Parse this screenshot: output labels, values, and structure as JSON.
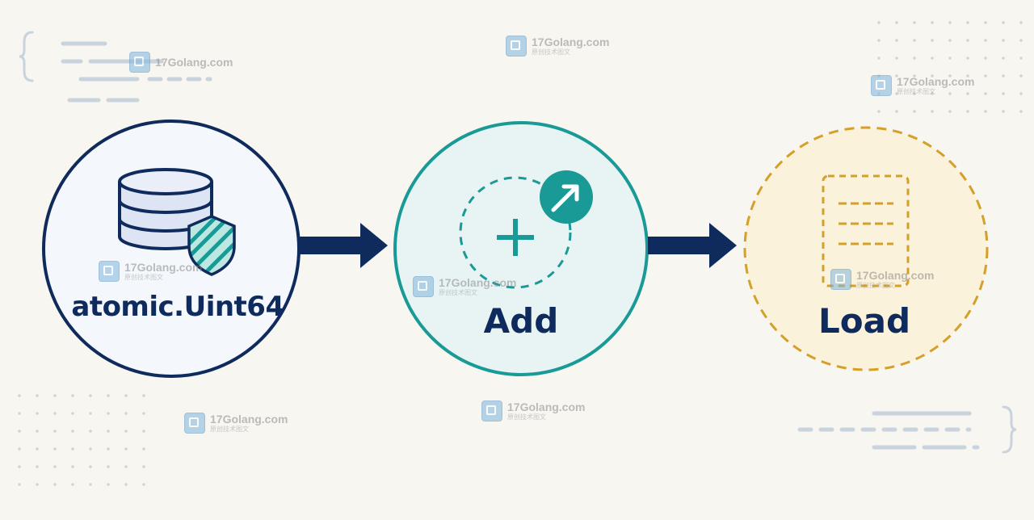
{
  "steps": [
    {
      "label": "atomic.Uint64",
      "icon": "database-shield-icon"
    },
    {
      "label": "Add",
      "icon": "plus-arrow-icon"
    },
    {
      "label": "Load",
      "icon": "document-icon"
    }
  ],
  "watermark": {
    "text": "17Golang.com",
    "subtext": "原创技术图文"
  },
  "colors": {
    "navy": "#0f2a5c",
    "teal": "#1a9a96",
    "gold": "#d4a02a",
    "background": "#f7f6f1"
  }
}
